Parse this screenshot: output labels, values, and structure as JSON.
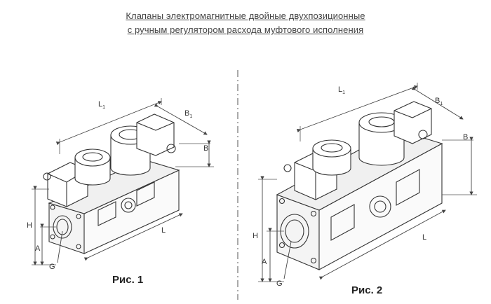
{
  "title": {
    "line1": "Клапаны электромагнитные двойные двухпозиционные",
    "line2": "с ручным регулятором расхода муфтового исполнения"
  },
  "figures": [
    {
      "caption": "Рис. 1",
      "dims": {
        "L1": "L",
        "L1_sub": "1",
        "B1": "B",
        "B1_sub": "1",
        "B": "B",
        "L": "L",
        "H": "H",
        "A": "A",
        "G": "G"
      }
    },
    {
      "caption": "Рис. 2",
      "dims": {
        "L1": "L",
        "L1_sub": "1",
        "B1": "B",
        "B1_sub": "1",
        "B": "B",
        "L": "L",
        "H": "H",
        "A": "A",
        "G": "G"
      }
    }
  ]
}
